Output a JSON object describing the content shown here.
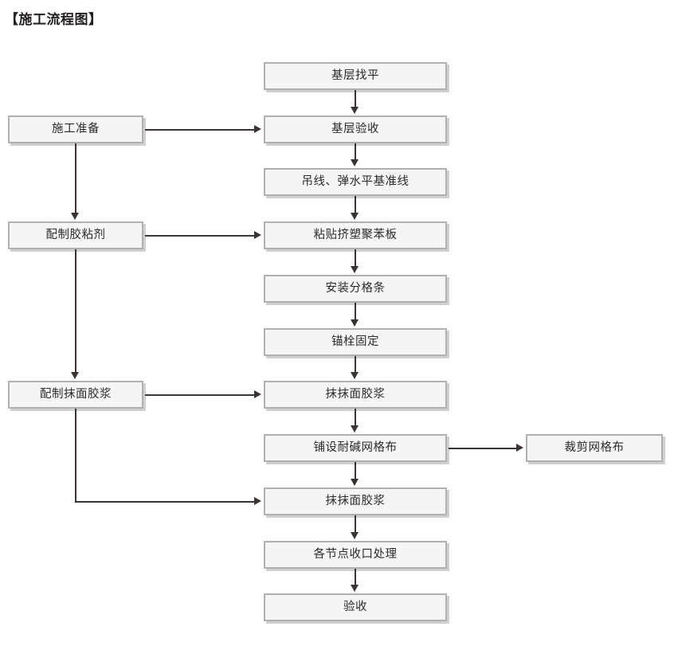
{
  "page": {
    "title": "【施工流程图】",
    "background_color": "#ffffff",
    "node_fill_color": "#f5f5f5",
    "node_border_color": "#b0b0b0",
    "connector_color": "#3a3332",
    "text_color": "#2b2b2b"
  },
  "nodes": {
    "prep": {
      "label": "施工准备"
    },
    "adhesive_mix": {
      "label": "配制胶粘剂"
    },
    "plaster_mix": {
      "label": "配制抹面胶浆"
    },
    "base_leveling": {
      "label": "基层找平"
    },
    "base_acceptance": {
      "label": "基层验收"
    },
    "datum_line": {
      "label": "吊线、弹水平基准线"
    },
    "paste_xps": {
      "label": "粘贴挤塑聚苯板"
    },
    "install_strips": {
      "label": "安装分格条"
    },
    "anchor_fix": {
      "label": "锚栓固定"
    },
    "apply_plaster_1": {
      "label": "抹抹面胶浆"
    },
    "lay_mesh": {
      "label": "铺设耐碱网格布"
    },
    "apply_plaster_2": {
      "label": "抹抹面胶浆"
    },
    "joint_treatment": {
      "label": "各节点收口处理"
    },
    "acceptance": {
      "label": "验收"
    },
    "cut_mesh": {
      "label": "裁剪网格布"
    }
  },
  "flow": {
    "main_sequence": [
      "基层找平",
      "基层验收",
      "吊线、弹水平基准线",
      "粘贴挤塑聚苯板",
      "安装分格条",
      "锚栓固定",
      "抹抹面胶浆",
      "铺设耐碱网格布",
      "抹抹面胶浆",
      "各节点收口处理",
      "验收"
    ],
    "side_inputs": [
      {
        "from": "施工准备",
        "to": "基层验收"
      },
      {
        "from": "配制胶粘剂",
        "to": "粘贴挤塑聚苯板"
      },
      {
        "from": "配制抹面胶浆",
        "to": "抹抹面胶浆"
      },
      {
        "from": "配制抹面胶浆",
        "to": "抹抹面胶浆"
      }
    ],
    "side_outputs": [
      {
        "from": "铺设耐碱网格布",
        "to": "裁剪网格布"
      }
    ],
    "left_chain": [
      "施工准备",
      "配制胶粘剂",
      "配制抹面胶浆"
    ]
  }
}
